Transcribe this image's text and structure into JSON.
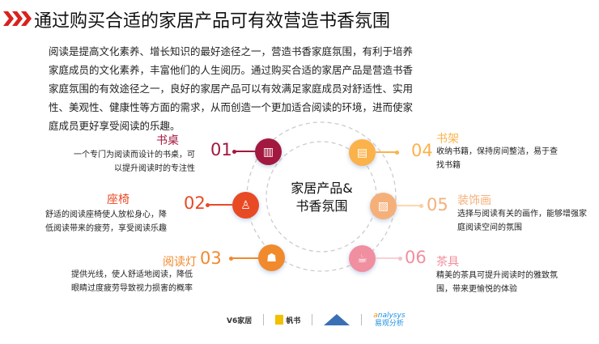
{
  "title": "通过购买合适的家居产品可有效营造书香氛围",
  "intro": "阅读是提高文化素养、增长知识的最好途径之一，营造书香家庭氛围，有利于培养家庭成员的文化素养，丰富他们的人生阅历。通过购买合适的家居产品是营造书香家庭氛围的有效途径之一，良好的家居产品可以有效满足家庭成员对舒适性、实用性、美观性、健康性等方面的需求，从而创造一个更加适合阅读的环境，进而使家庭成员更好享受阅读的乐趣。",
  "center": {
    "line1": "家居产品&",
    "line2": "书香氛围"
  },
  "items": [
    {
      "num": "01",
      "name": "书桌",
      "desc": "一个专门为阅读而设计的书桌，可以提升阅读时的专注性",
      "color": "#a3183f",
      "icon": "desk-icon"
    },
    {
      "num": "02",
      "name": "座椅",
      "desc": "舒适的阅读座椅使人放松身心，降低阅读带来的疲劳，享受阅读乐趣",
      "color": "#e84a24",
      "icon": "chair-icon"
    },
    {
      "num": "03",
      "name": "阅读灯",
      "desc": "提供光线，使人舒适地阅读，降低眼睛过度疲劳导致视力损害的概率",
      "color": "#f08a2c",
      "icon": "lamp-icon"
    },
    {
      "num": "04",
      "name": "书架",
      "desc": "收纳书籍，保持房间整洁，易于查找书籍",
      "color": "#fbb24a",
      "icon": "bookshelf-icon"
    },
    {
      "num": "05",
      "name": "装饰画",
      "desc": "选择与阅读有关的画作，能够增强家庭阅读空间的氛围",
      "color": "#f5b07a",
      "icon": "picture-icon"
    },
    {
      "num": "06",
      "name": "茶具",
      "desc": "精美的茶具可提升阅读时的雅致氛围，带来更愉悦的体验",
      "color": "#f08f9f",
      "icon": "teapot-icon"
    }
  ],
  "logos": {
    "v6": "V6家居",
    "fanshu": "帆书",
    "analysys": "nalysys",
    "analysys_cn": "易观分析"
  }
}
